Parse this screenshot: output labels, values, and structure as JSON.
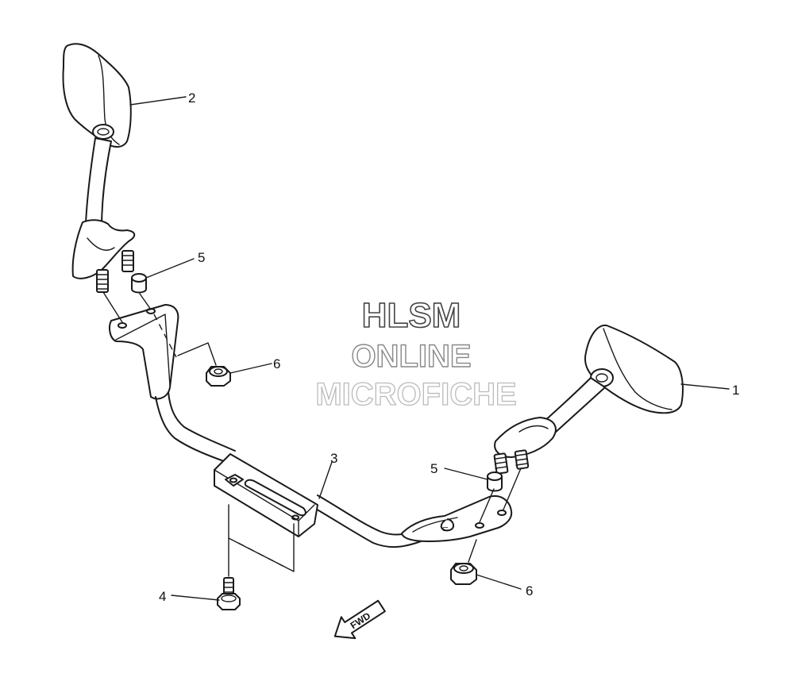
{
  "callouts": {
    "c1": "1",
    "c2": "2",
    "c3": "3",
    "c4": "4",
    "c5a": "5",
    "c5b": "5",
    "c6a": "6",
    "c6b": "6"
  },
  "watermark": {
    "line1": "HLSM",
    "line2": "ONLINE",
    "line3": "MICROFICHE"
  },
  "arrow": {
    "label": "FWD"
  },
  "colors": {
    "line": "#1a1a1a",
    "background": "#ffffff",
    "watermark_outline": "#555555"
  }
}
